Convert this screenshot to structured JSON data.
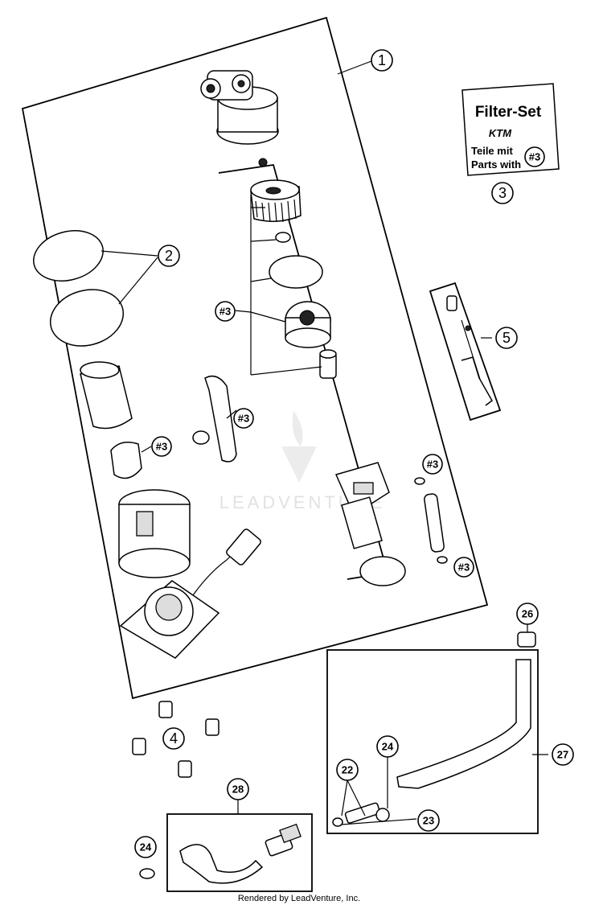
{
  "callouts": {
    "c1": "1",
    "c2": "2",
    "c3": "3",
    "c4": "4",
    "c5": "5",
    "c22": "22",
    "c23": "23",
    "c24a": "24",
    "c24b": "24",
    "c26": "26",
    "c27": "27",
    "c28": "28",
    "h1": "#3",
    "h2": "#3",
    "h3": "#3",
    "h4": "#3",
    "h5": "#3"
  },
  "filter_box": {
    "title": "Filter-Set",
    "brand": "KTM",
    "line1": "Teile mit",
    "line2": "Parts with",
    "badge": "#3"
  },
  "watermark": "LEADVENTURE",
  "footer": "Rendered by LeadVenture, Inc."
}
